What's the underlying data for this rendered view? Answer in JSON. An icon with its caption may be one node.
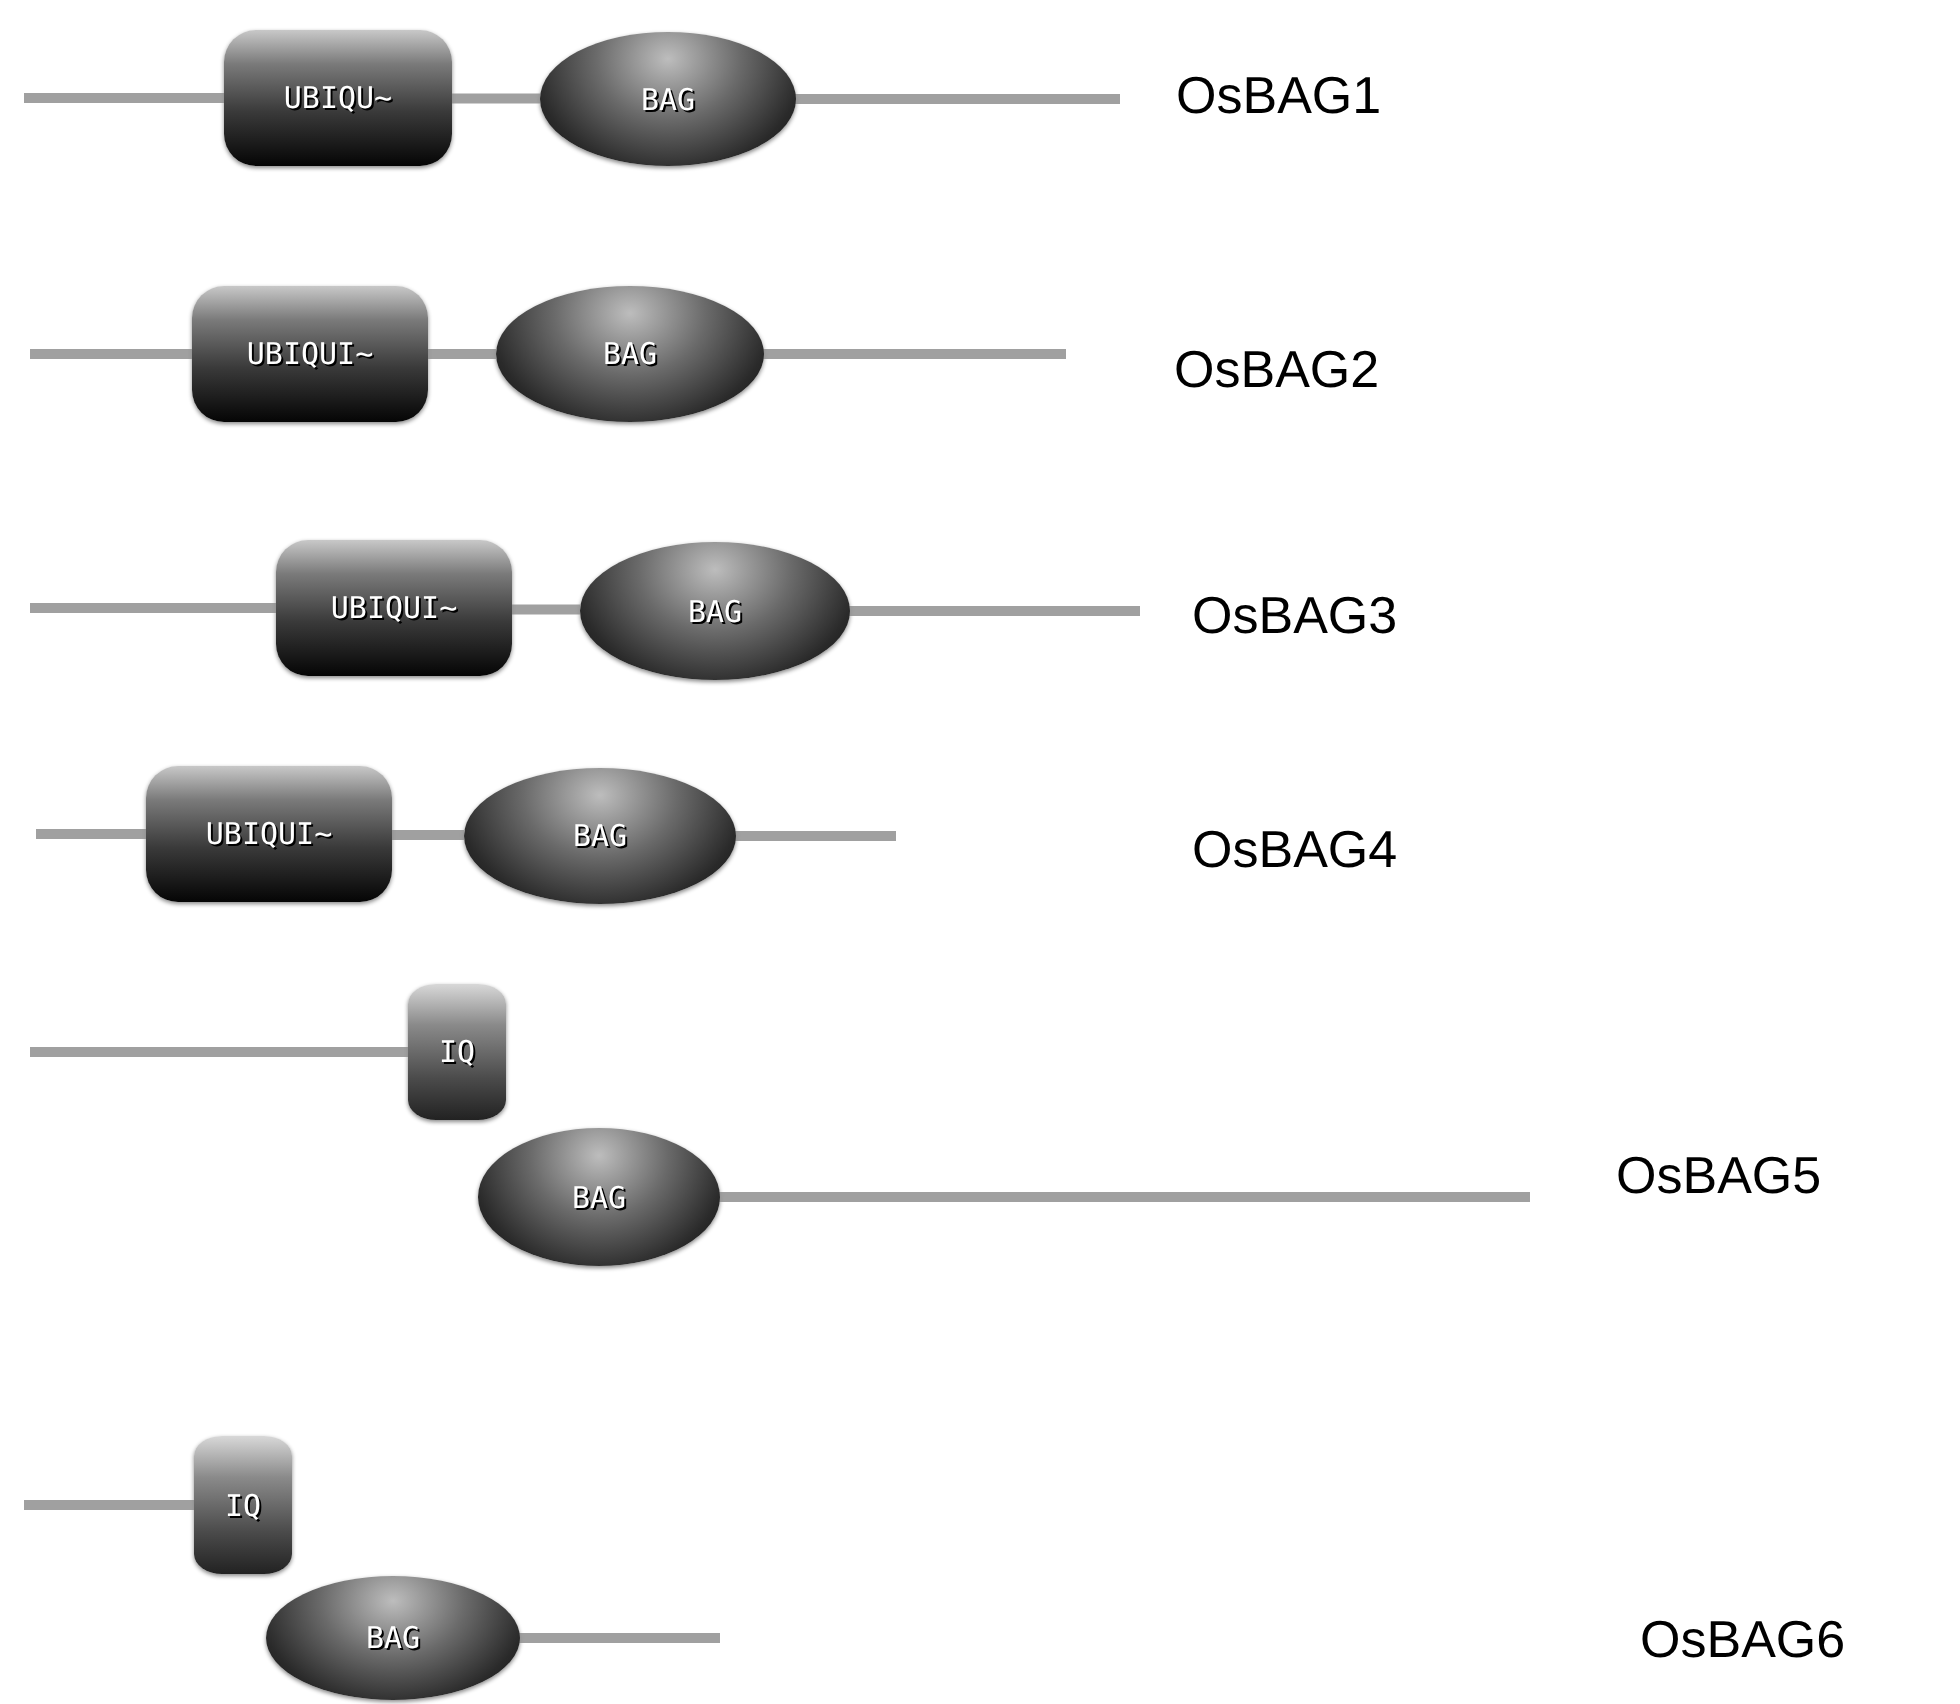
{
  "diagram": {
    "nodes": [
      {
        "text": [
          "UBIQU~"
        ]
      },
      {
        "text": [
          "BAG"
        ]
      },
      {
        "text": [
          "UBIQUI~"
        ]
      },
      {
        "text": [
          "BAG"
        ]
      },
      {
        "text": [
          "UBIQUI~"
        ]
      },
      {
        "text": [
          "BAG"
        ]
      },
      {
        "text": [
          "UBIQUI~"
        ]
      },
      {
        "text": [
          "BAG"
        ]
      },
      {
        "text": [
          "IQ"
        ]
      },
      {
        "text": [
          "BAG"
        ]
      },
      {
        "text": [
          "IQ"
        ]
      },
      {
        "text": [
          "BAG"
        ]
      }
    ],
    "edges": [
      {
        "from": null,
        "to": 0,
        "arrow": "none"
      },
      {
        "from": 0,
        "to": 1,
        "arrow": "none"
      },
      {
        "from": 1,
        "to": null,
        "arrow": "none"
      },
      {
        "from": null,
        "to": 2,
        "arrow": "none"
      },
      {
        "from": 2,
        "to": 3,
        "arrow": "none"
      },
      {
        "from": 3,
        "to": null,
        "arrow": "none"
      },
      {
        "from": null,
        "to": 4,
        "arrow": "none"
      },
      {
        "from": 4,
        "to": 5,
        "arrow": "none"
      },
      {
        "from": 5,
        "to": null,
        "arrow": "none"
      },
      {
        "from": null,
        "to": 6,
        "arrow": "none"
      },
      {
        "from": 6,
        "to": 7,
        "arrow": "none"
      },
      {
        "from": 7,
        "to": null,
        "arrow": "none"
      },
      {
        "from": null,
        "to": 8,
        "arrow": "none"
      },
      {
        "from": 9,
        "to": null,
        "arrow": "none"
      },
      {
        "from": null,
        "to": 10,
        "arrow": "none"
      },
      {
        "from": 11,
        "to": null,
        "arrow": "none"
      }
    ],
    "labels": [
      "OsBAG1",
      "OsBAG2",
      "OsBAG3",
      "OsBAG4",
      "OsBAG5",
      "OsBAG6"
    ]
  }
}
